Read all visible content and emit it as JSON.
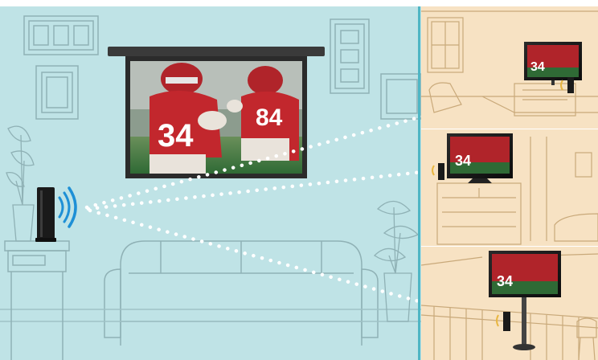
{
  "scene": {
    "main_room": {
      "background_color": "#bfe3e6",
      "wall_color": "#bfe3e6",
      "outline_color": "#9fb7bb",
      "items": [
        "picture-frame-triple",
        "picture-frame-square",
        "picture-frame-vertical-triple",
        "picture-frame-small-right",
        "projector-screen",
        "sofa",
        "plant-left",
        "plant-right",
        "side-table"
      ]
    },
    "projector_screen": {
      "image": "football-players-photo",
      "bar_color": "#3a3a3a",
      "frame_color": "#2b2b2b",
      "accent_colors": [
        "#c2272d",
        "#ffffff",
        "#2c7a3b"
      ]
    },
    "router": {
      "icon": "wireless-router",
      "body_color": "#1a1a1a",
      "wave_color": "#1e90d6"
    },
    "signal_paths": {
      "style": "dotted",
      "dot_color": "#ffffff",
      "targets": [
        "room-1-tv",
        "room-2-tv",
        "room-3-tv"
      ]
    },
    "side_rooms": [
      {
        "id": "room-1",
        "background_color": "#f7e2c3",
        "outline_color": "#c9a97a",
        "items": [
          "window",
          "tv-on-stand",
          "receiver",
          "chair"
        ]
      },
      {
        "id": "room-2",
        "background_color": "#f7e2c3",
        "outline_color": "#c9a97a",
        "items": [
          "tv",
          "dresser",
          "receiver",
          "bed"
        ]
      },
      {
        "id": "room-3",
        "background_color": "#f7e2c3",
        "outline_color": "#c9a97a",
        "items": [
          "tv-on-pedestal",
          "receiver",
          "railing",
          "stool"
        ]
      }
    ],
    "divider_color": "#4fb6c4"
  }
}
